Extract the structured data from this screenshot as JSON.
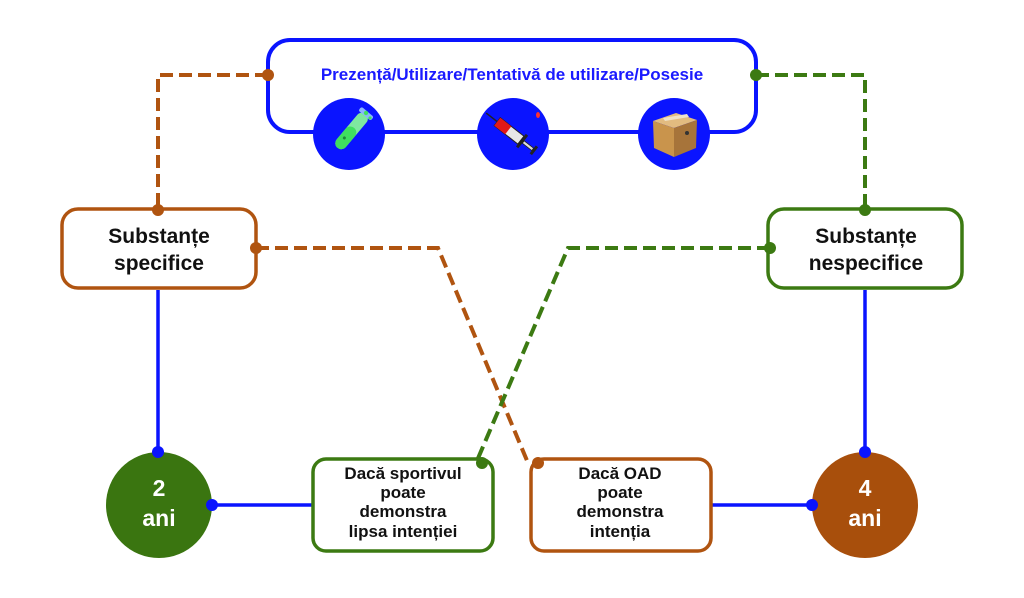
{
  "colors": {
    "blue": "#0a14ff",
    "brown": "#b05410",
    "green": "#3c7a12",
    "circle_brown": "#a84f0c",
    "circle_green": "#3a7510",
    "text_dark": "#111111",
    "white": "#ffffff"
  },
  "top_box": {
    "title": "Prezență/Utilizare/Tentativă de utilizare/Posesie",
    "icons": [
      {
        "name": "test-tube-icon",
        "meaning": "Prezență"
      },
      {
        "name": "syringe-icon",
        "meaning": "Utilizare"
      },
      {
        "name": "box-icon",
        "meaning": "Posesie"
      }
    ]
  },
  "specific": {
    "lines": [
      "Substanțe",
      "specifice"
    ]
  },
  "nonspecific": {
    "lines": [
      "Substanțe",
      "nespecifice"
    ]
  },
  "condition_athlete": {
    "lines": [
      "Dacă sportivul",
      "poate",
      "demonstra",
      "lipsa intenției"
    ]
  },
  "condition_oad": {
    "lines": [
      "Dacă OAD",
      "poate",
      "demonstra",
      "intenția"
    ]
  },
  "sanction_2": {
    "number": "2",
    "unit": "ani"
  },
  "sanction_4": {
    "number": "4",
    "unit": "ani"
  }
}
